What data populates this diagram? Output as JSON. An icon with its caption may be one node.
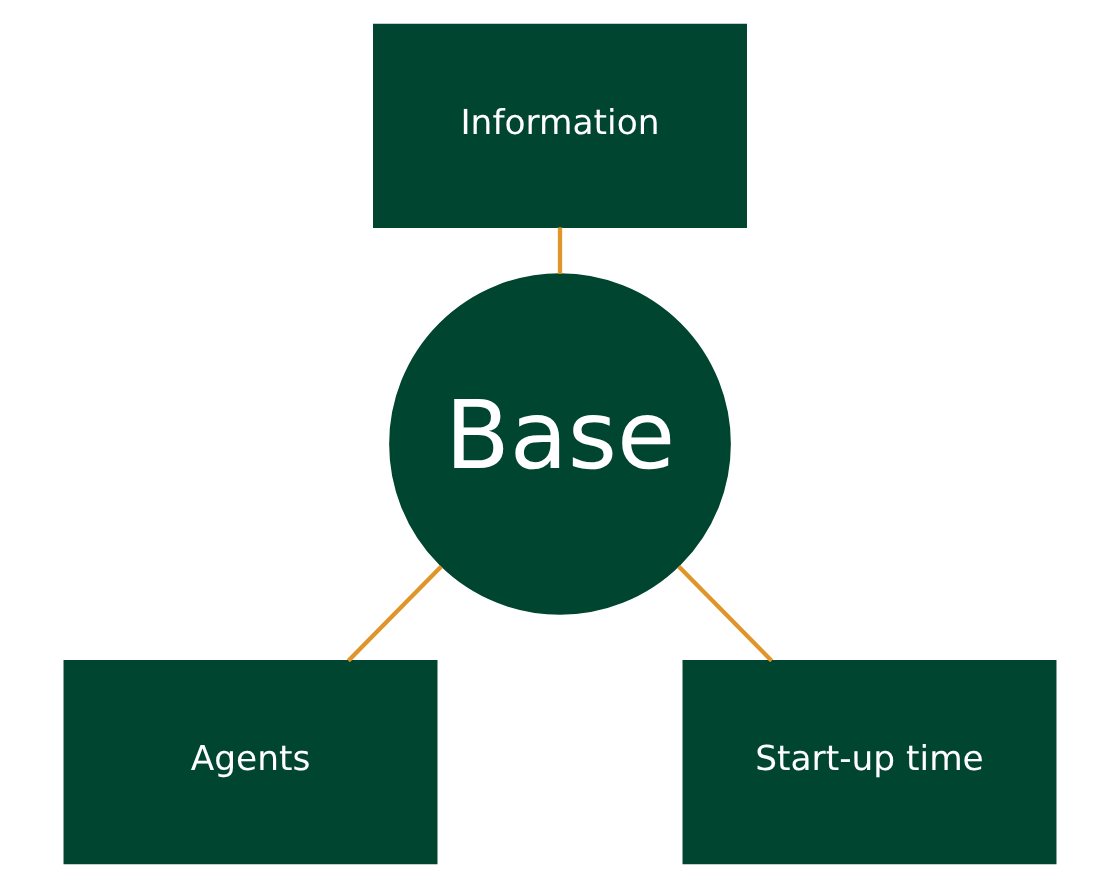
{
  "diagram": {
    "nodes": [
      {
        "text": [
          "Information"
        ]
      },
      {
        "text": [
          "Base"
        ]
      },
      {
        "text": [
          "Agents"
        ]
      },
      {
        "text": [
          "Start-up time"
        ]
      }
    ],
    "edges": [
      {
        "from": 0,
        "to": 1,
        "arrow": "none"
      },
      {
        "from": 1,
        "to": 2,
        "arrow": "none"
      },
      {
        "from": 1,
        "to": 3,
        "arrow": "none"
      }
    ]
  }
}
